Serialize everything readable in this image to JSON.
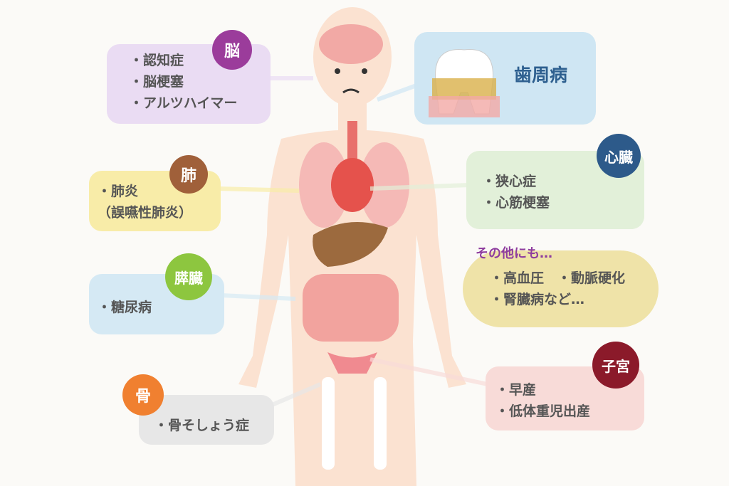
{
  "brain": {
    "badge": "脳",
    "items": [
      "・認知症",
      "・脳梗塞",
      "・アルツハイマー"
    ],
    "color": "#9b3c9b",
    "bg": "#eadcf3"
  },
  "teeth": {
    "title": "歯周病",
    "color": "#2d5f8f",
    "bg": "#cfe6f3"
  },
  "heart": {
    "badge": "心臓",
    "items": [
      "・狭心症",
      "・心筋梗塞"
    ],
    "color": "#2d5a8a",
    "bg": "#e2f0d9"
  },
  "lung": {
    "badge": "肺",
    "items": [
      "・肺炎",
      "（誤嚥性肺炎）"
    ],
    "color": "#a0603a",
    "bg": "#f8eca8"
  },
  "others": {
    "title": "その他にも…",
    "items": [
      "・高血圧　・動脈硬化",
      "・腎臓病など…"
    ],
    "color": "#8e3c9e",
    "bg": "#efe3a8"
  },
  "pancreas": {
    "badge": "膵臓",
    "items": [
      "・糖尿病"
    ],
    "color": "#8dc63f",
    "bg": "#d5e9f4"
  },
  "uterus": {
    "badge": "子宮",
    "items": [
      "・早産",
      "・低体重児出産"
    ],
    "color": "#8b1a2a",
    "bg": "#f8dbd8"
  },
  "bone": {
    "badge": "骨",
    "items": [
      "・骨そしょう症"
    ],
    "color": "#f08030",
    "bg": "#e7e7e7"
  }
}
